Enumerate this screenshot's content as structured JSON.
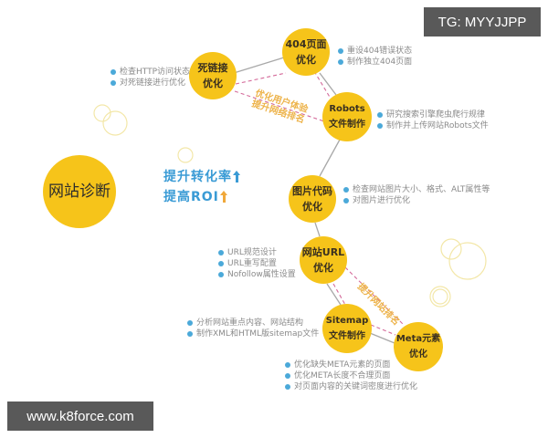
{
  "watermarks": {
    "top_right": "TG: MYYJJPP",
    "bottom_left": "www.k8force.com"
  },
  "colors": {
    "node_fill": "#F6C41A",
    "bullet": "#4BA9D9",
    "slogan": "#3A9BD5",
    "highlight_label": "#EDB34A",
    "dashed_line": "#D46A9A",
    "solid_line": "#A8A8A8"
  },
  "center": {
    "label": "网站诊断"
  },
  "slogans": {
    "line1": "提升转化率",
    "line1_icon": "up-arrow-blue",
    "line2": "提高ROI",
    "line2_icon": "up-arrow-orange"
  },
  "nodes": [
    {
      "id": "dead-link",
      "label": "死链接\n优化",
      "bullets": [
        "检查HTTP访问状态",
        "对死链接进行优化"
      ]
    },
    {
      "id": "page-404",
      "label": "404页面\n优化",
      "bullets": [
        "重设404错误状态",
        "制作独立404页面"
      ]
    },
    {
      "id": "robots",
      "label": "Robots\n文件制作",
      "bullets": [
        "研究搜索引擎爬虫爬行规律",
        "制作并上传网站Robots文件"
      ]
    },
    {
      "id": "image-code",
      "label": "图片代码\n优化",
      "bullets": [
        "检查网站图片大小、格式、ALT属性等",
        "对图片进行优化"
      ]
    },
    {
      "id": "site-url",
      "label": "网站URL\n优化",
      "bullets": [
        "URL规范设计",
        "URL重写配置",
        "Nofollow属性设置"
      ]
    },
    {
      "id": "sitemap",
      "label": "Sitemap\n文件制作",
      "bullets": [
        "分析网站重点内容、网站结构",
        "制作XML和HTML版sitemap文件"
      ]
    },
    {
      "id": "meta",
      "label": "Meta元素\n优化",
      "bullets": [
        "优化缺失META元素的页面",
        "优化META长度不合理页面",
        "对页面内容的关键词密度进行优化"
      ]
    }
  ],
  "group_labels": {
    "top": "优化用户体验\n提升网络排名",
    "bottom": "提升网站排名"
  }
}
